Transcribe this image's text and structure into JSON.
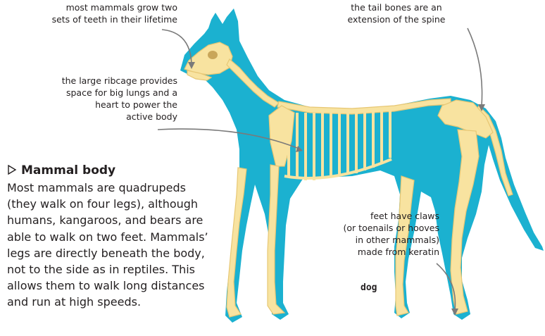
{
  "labels": {
    "teeth": [
      "most mammals grow two",
      "sets of teeth in their lifetime"
    ],
    "tail": [
      "the tail bones are an",
      "extension of the spine"
    ],
    "ribcage": [
      "the large ribcage provides",
      "space for big lungs and a",
      "heart to power the",
      "active body"
    ],
    "claws": [
      "feet have claws",
      "(or toenails or hooves",
      "in other mammals)",
      "made from keratin"
    ],
    "animal": "dog"
  },
  "section": {
    "heading": "Mammal body",
    "body_lines": [
      "Most mammals are quadrupeds",
      "(they walk on four legs), although",
      "humans, kangaroos, and bears are",
      "able to walk on two feet. Mammals’",
      "legs are directly beneath the body,",
      "not to the side as in reptiles. This",
      "allows them to walk long distances",
      "and run at high speeds."
    ]
  },
  "colors": {
    "body": "#1bb1d0",
    "bone": "#f8e3a0",
    "bone_outline": "#e7c774",
    "leader": "#7a7a7a",
    "text": "#231f20"
  }
}
